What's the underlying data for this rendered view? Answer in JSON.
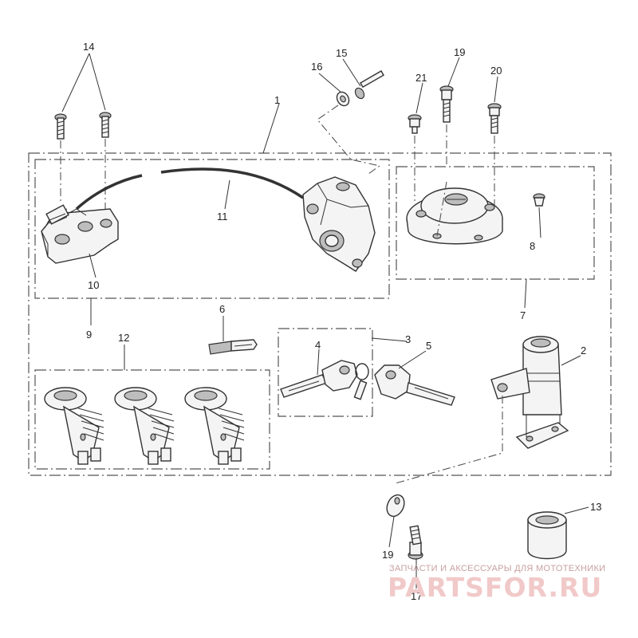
{
  "callouts": {
    "c1": "1",
    "c2": "2",
    "c3": "3",
    "c4": "4",
    "c5": "5",
    "c6": "6",
    "c7": "7",
    "c8": "8",
    "c9": "9",
    "c10": "10",
    "c11": "11",
    "c12": "12",
    "c13": "13",
    "c14": "14",
    "c15": "15",
    "c16": "16",
    "c17": "17",
    "c19a": "19",
    "c19b": "19",
    "c20": "20",
    "c21": "21"
  },
  "watermark": {
    "tagline": "ЗАПЧАСТИ И АКСЕССУАРЫ ДЛЯ МОТОТЕХНИКИ",
    "logo": "PARTSFOR.RU"
  }
}
